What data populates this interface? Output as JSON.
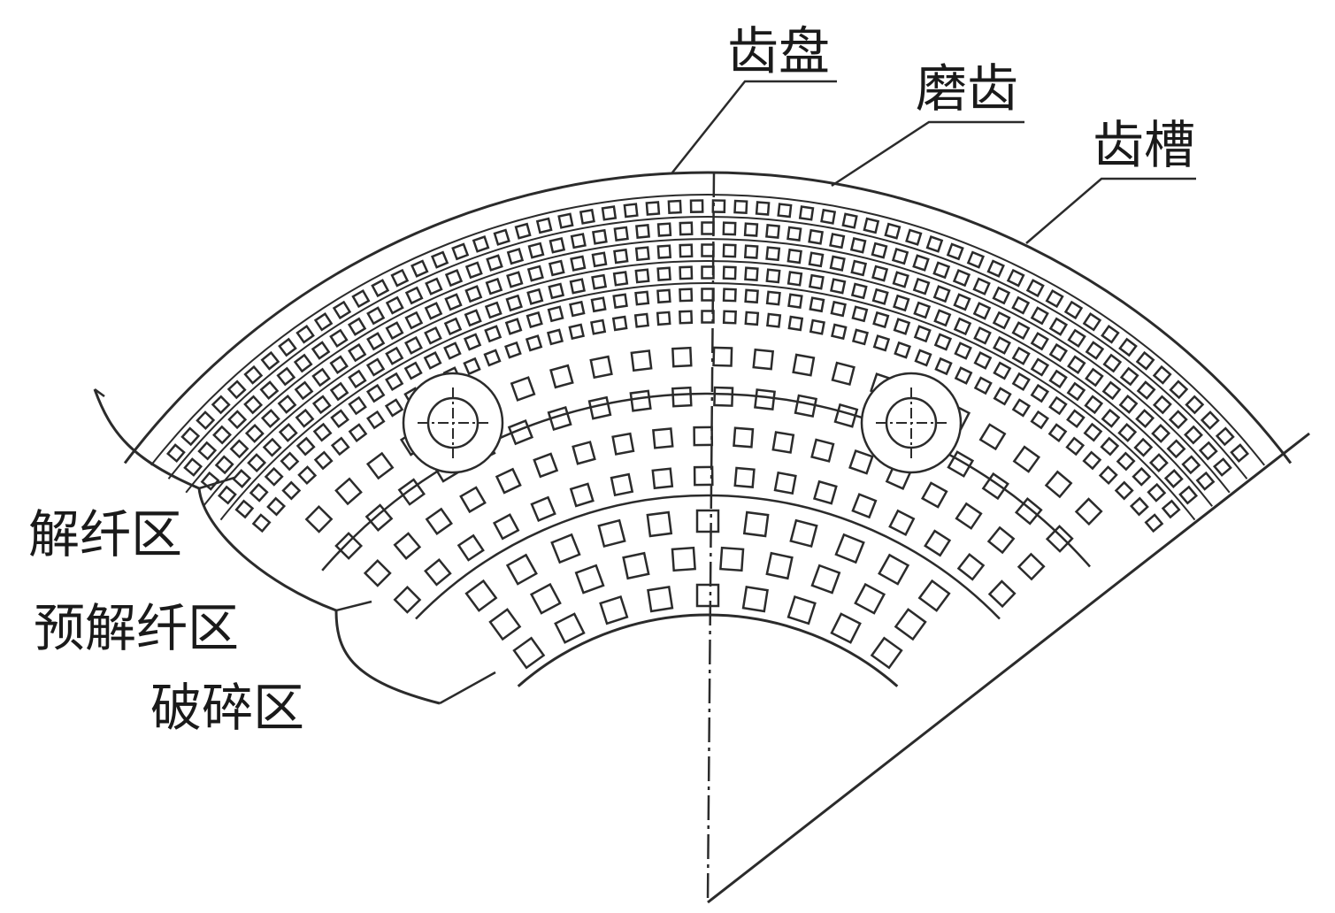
{
  "labels": {
    "tooth_disc": "齿盘",
    "grinding_teeth": "磨齿",
    "tooth_groove": "齿槽",
    "defibering_zone": "解纤区",
    "pre_defibering_zone": "预解纤区",
    "crushing_zone": "破碎区"
  },
  "colors": {
    "line": "#2b2b2b",
    "background": "#ffffff"
  },
  "zones": [
    {
      "name": "破碎区",
      "rows": 3
    },
    {
      "name": "预解纤区",
      "rows": 4
    },
    {
      "name": "解纤区",
      "rows": 6
    }
  ]
}
